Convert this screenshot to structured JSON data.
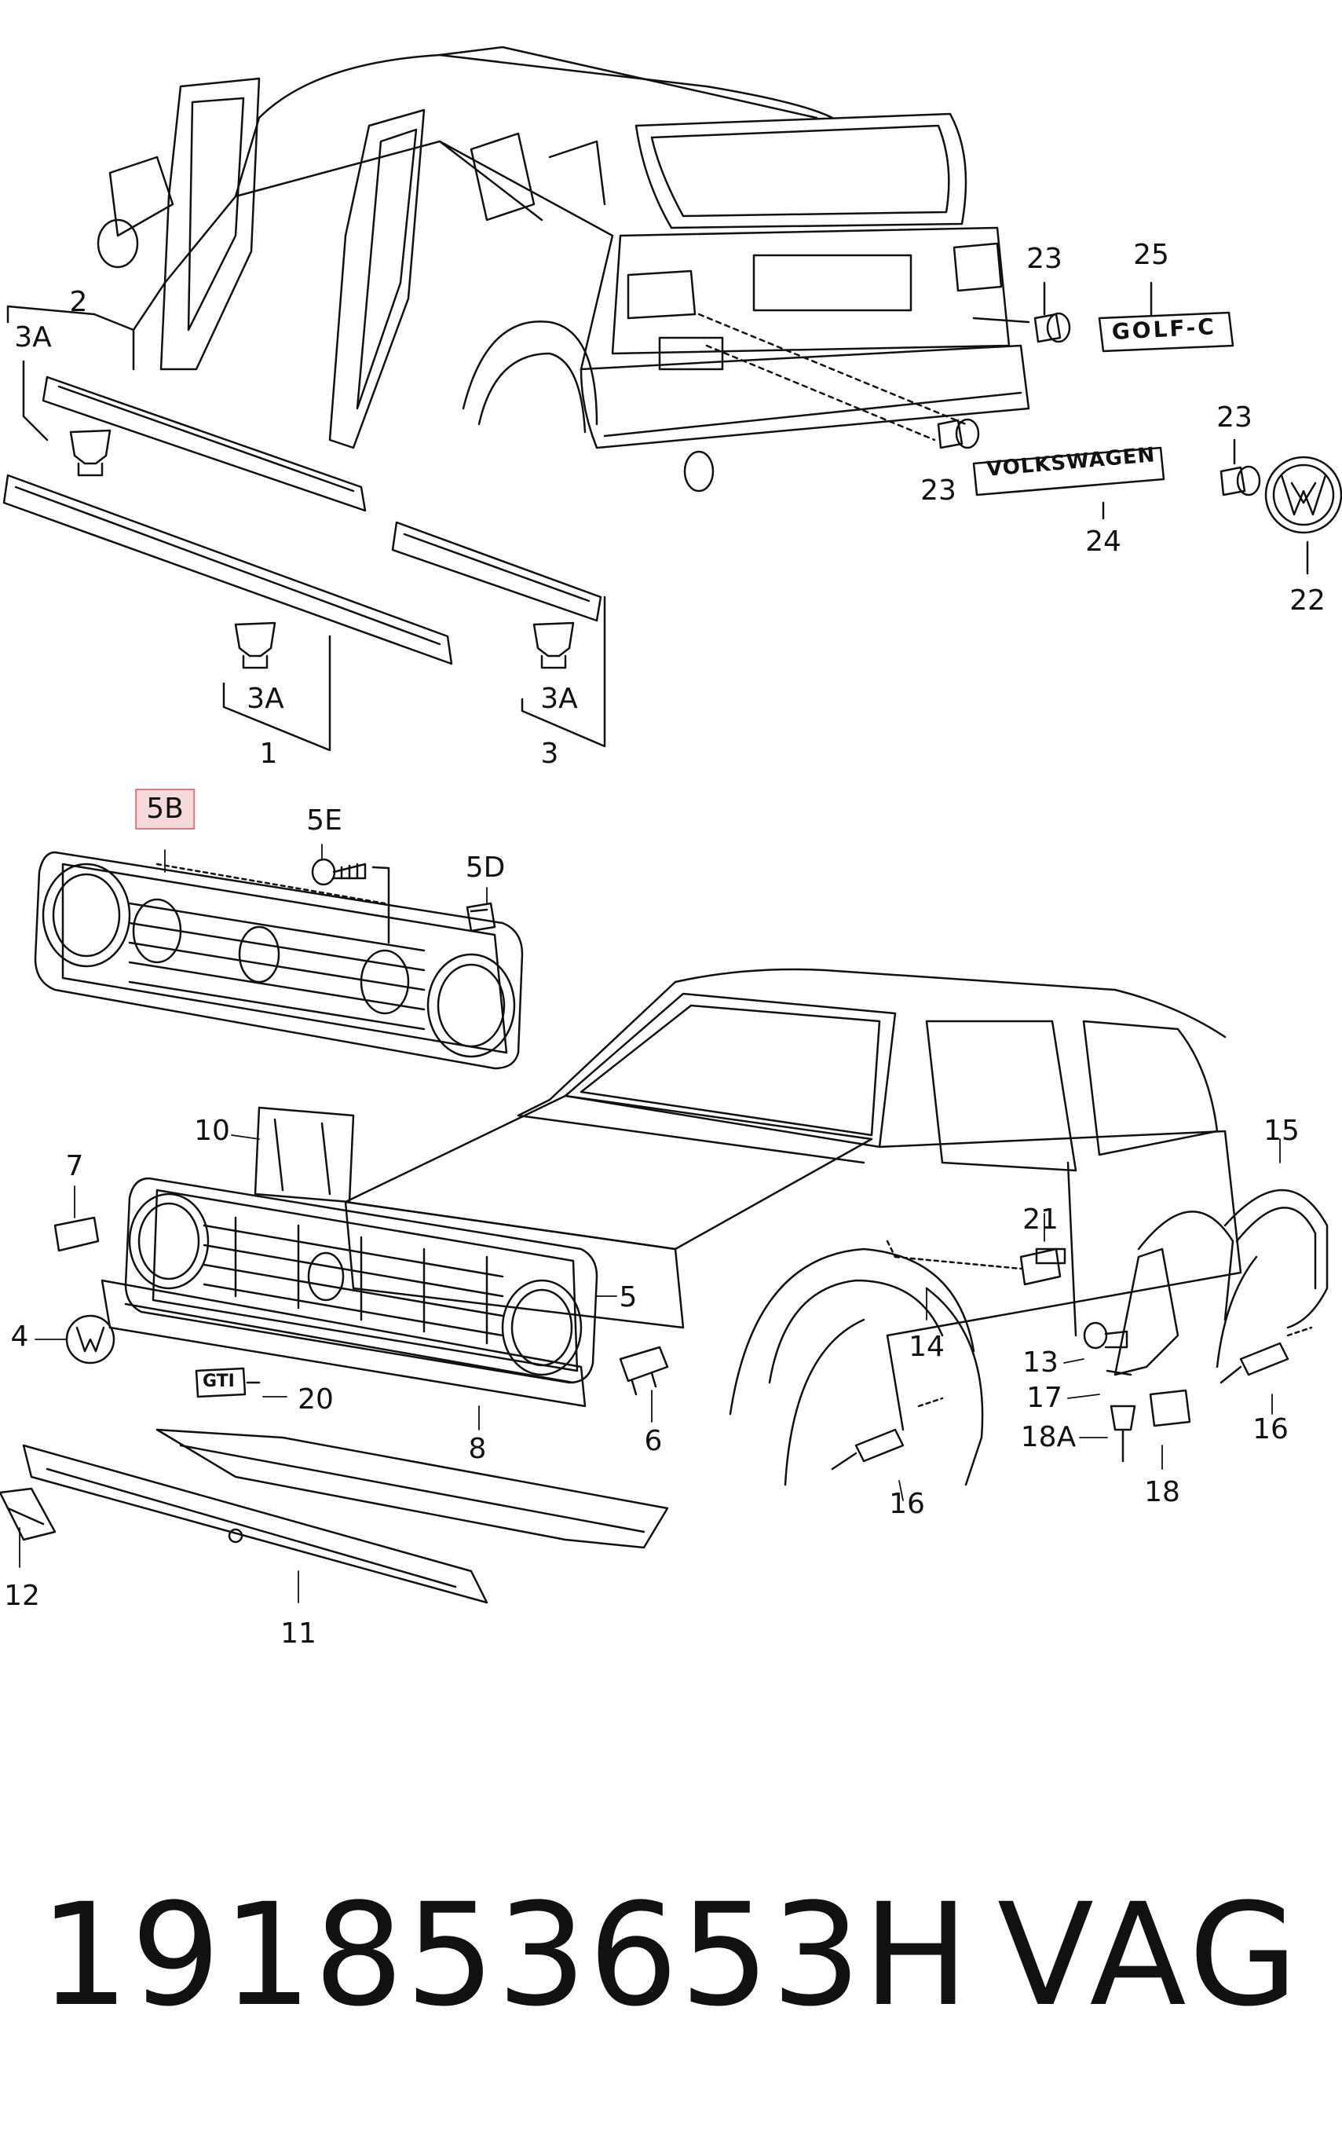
{
  "callouts": {
    "c2": "2",
    "c3a_top": "3A",
    "c3a_left": "3A",
    "c1": "1",
    "c3a_right": "3A",
    "c3": "3",
    "c23_a": "23",
    "c25": "25",
    "c23_b": "23",
    "c24": "24",
    "c23_c": "23",
    "c22": "22",
    "c5b": "5B",
    "c5e": "5E",
    "c5d": "5D",
    "c10": "10",
    "c7": "7",
    "c4": "4",
    "c20": "20",
    "c8": "8",
    "c6": "6",
    "c5": "5",
    "c14": "14",
    "c21": "21",
    "c15": "15",
    "c13": "13",
    "c17": "17",
    "c18a": "18A",
    "c18": "18",
    "c16_left": "16",
    "c16_right": "16",
    "c12": "12",
    "c11": "11"
  },
  "badges": {
    "volkswagen": "VOLKSWAGEN",
    "golf": "GOLF-C",
    "gti": "GTI"
  },
  "footer": {
    "part_number": "191853653H",
    "brand": "VAG"
  },
  "colors": {
    "highlight_fill": "#f6d9db",
    "highlight_border": "#d87a82",
    "line": "#111111"
  }
}
